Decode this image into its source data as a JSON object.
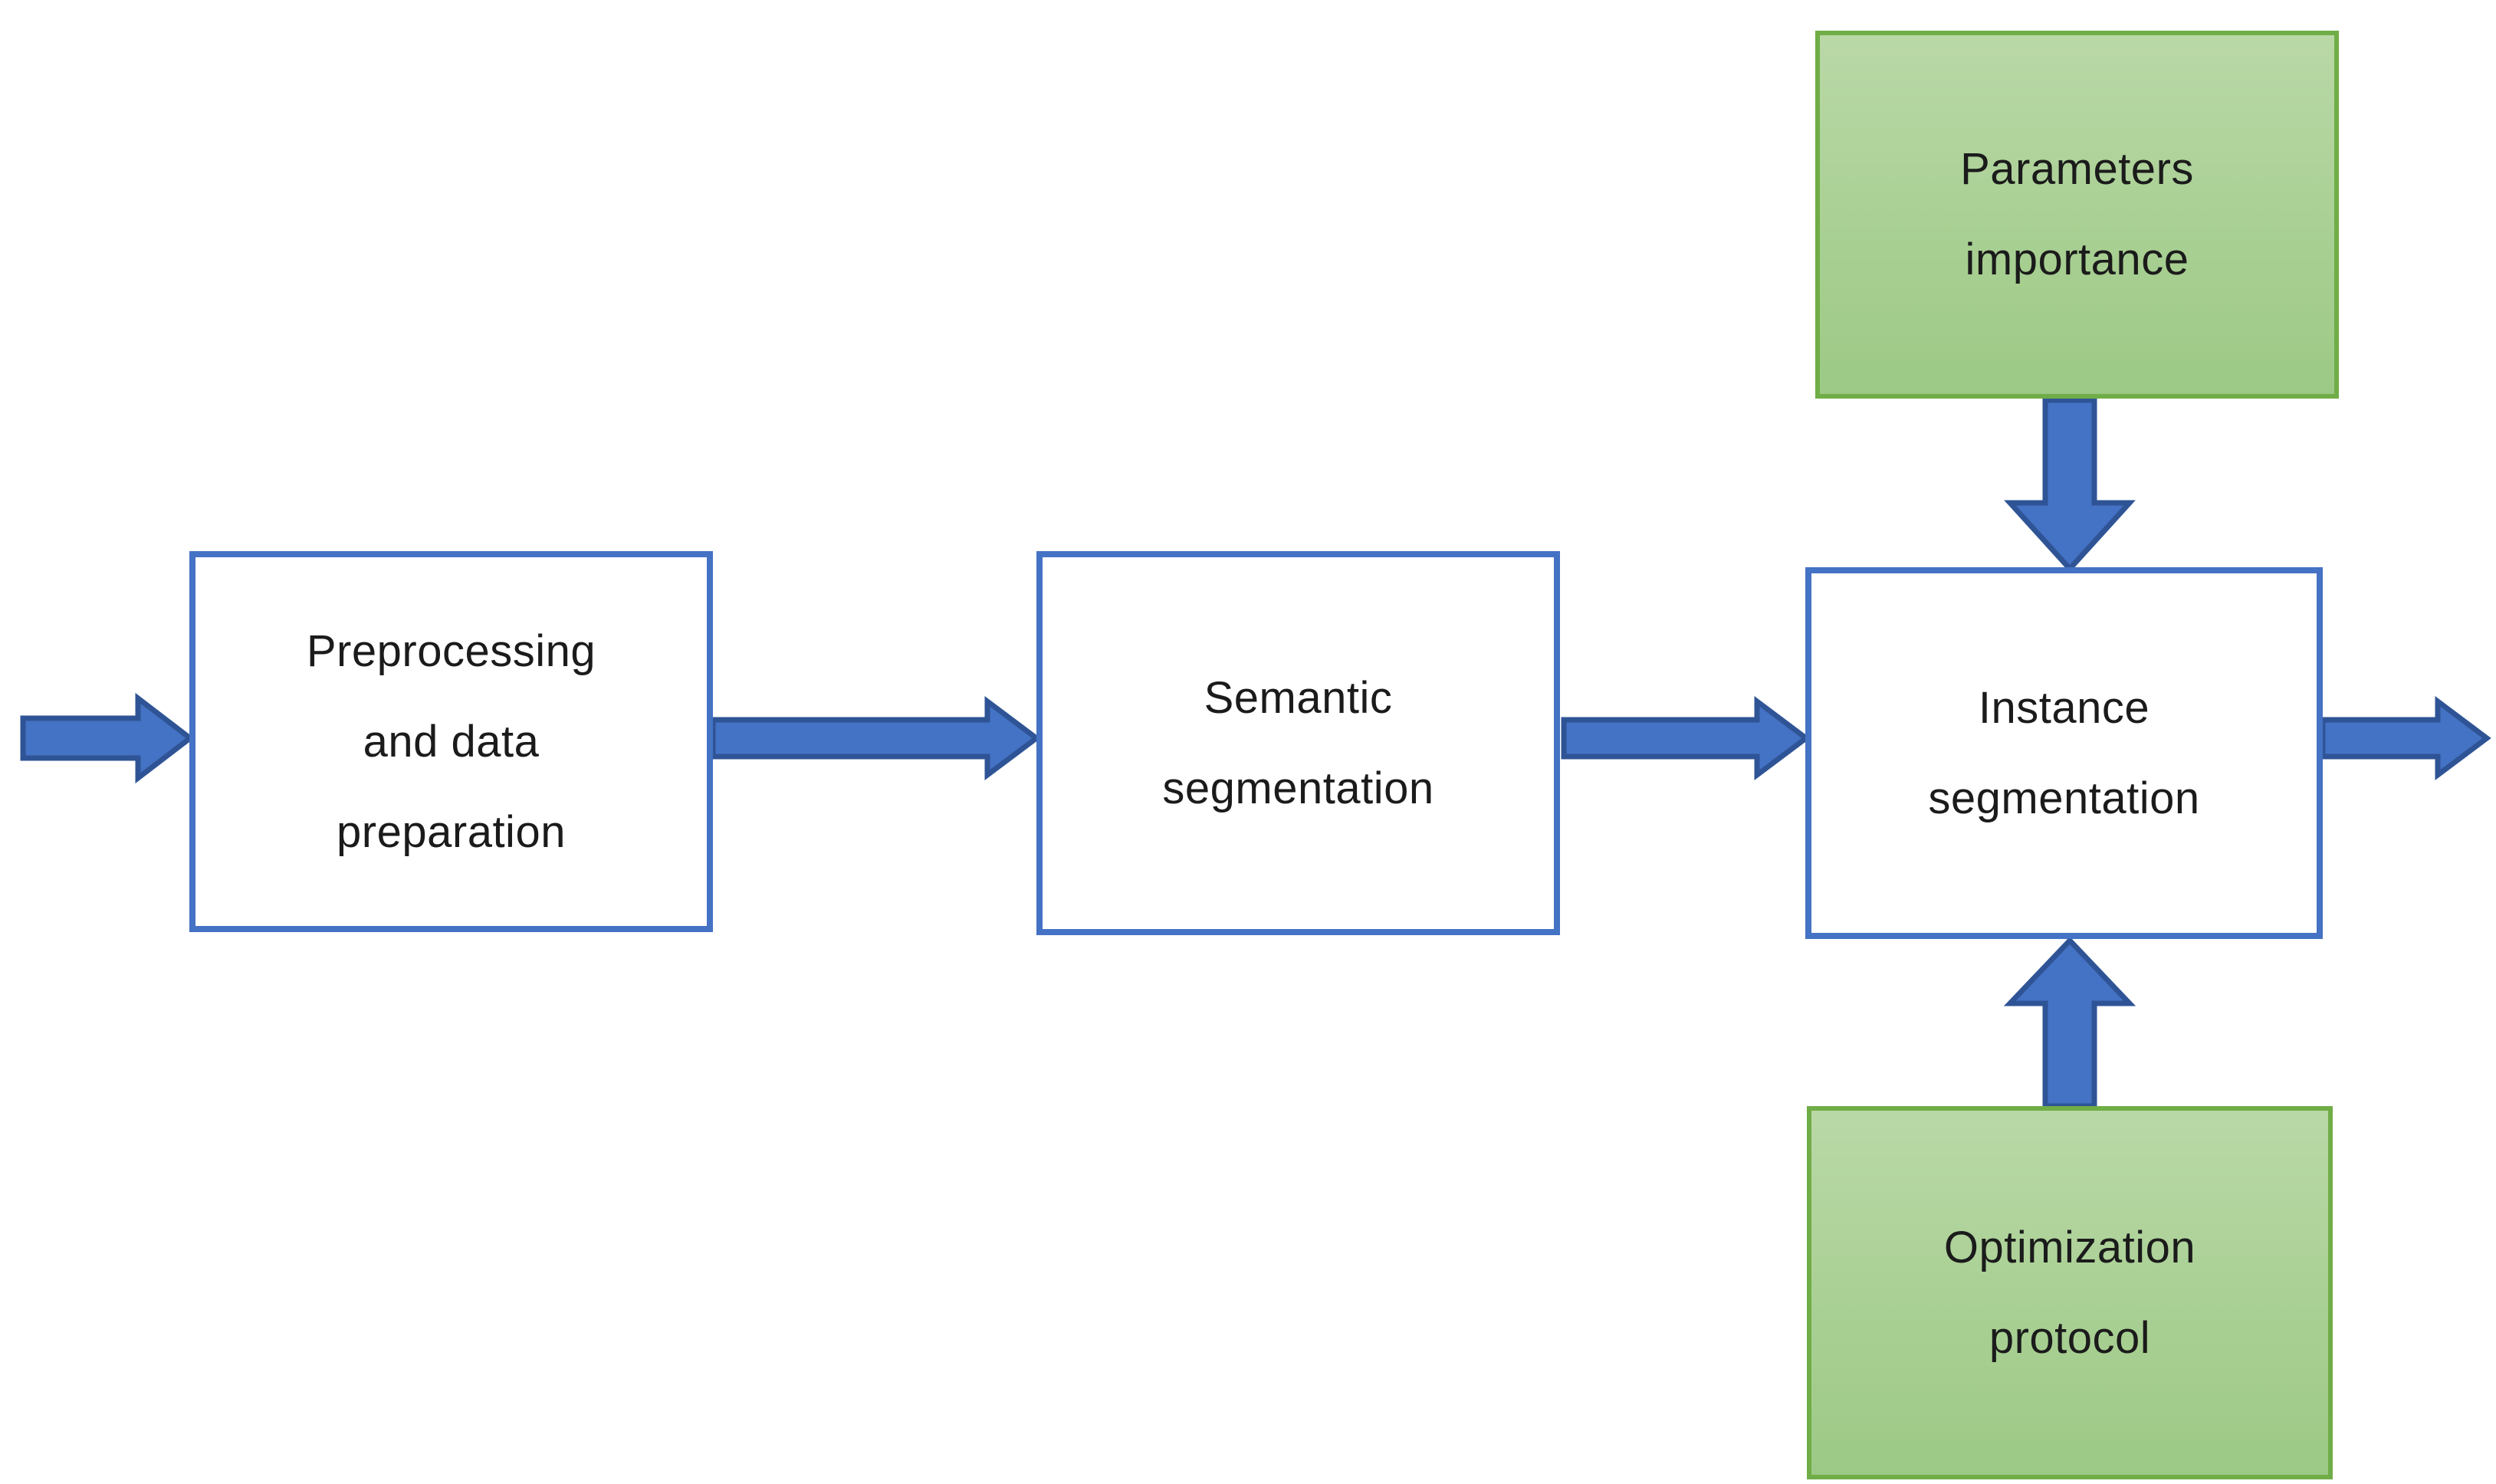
{
  "diagram": {
    "kind": "flowchart",
    "nodes": [
      {
        "id": "preprocessing",
        "shape": "process",
        "lines": [
          "Preprocessing",
          "and data",
          "preparation"
        ]
      },
      {
        "id": "semantic-segmentation",
        "shape": "process",
        "lines": [
          "Semantic",
          "segmentation"
        ]
      },
      {
        "id": "instance-segmentation",
        "shape": "process",
        "lines": [
          "Instance",
          "segmentation"
        ]
      },
      {
        "id": "parameters-importance",
        "shape": "input",
        "lines": [
          "Parameters",
          "importance"
        ]
      },
      {
        "id": "optimization-protocol",
        "shape": "input",
        "lines": [
          "Optimization",
          "protocol"
        ]
      }
    ],
    "edges": [
      {
        "from": "external-input",
        "to": "preprocessing",
        "direction": "right"
      },
      {
        "from": "preprocessing",
        "to": "semantic-segmentation",
        "direction": "right"
      },
      {
        "from": "semantic-segmentation",
        "to": "instance-segmentation",
        "direction": "right"
      },
      {
        "from": "instance-segmentation",
        "to": "external-output",
        "direction": "right"
      },
      {
        "from": "parameters-importance",
        "to": "instance-segmentation",
        "direction": "down"
      },
      {
        "from": "optimization-protocol",
        "to": "instance-segmentation",
        "direction": "up"
      }
    ]
  },
  "colors": {
    "arrow-fill": "#4472C4",
    "arrow-outline": "#2F5496",
    "process-border": "#4472C4",
    "process-fill": "#FFFFFF",
    "input-border": "#70AD47",
    "input-fill-light": "#B9D8A6",
    "input-fill-dark": "#9CC985",
    "text": "#1B1B1B",
    "background": "#FFFFFF"
  }
}
